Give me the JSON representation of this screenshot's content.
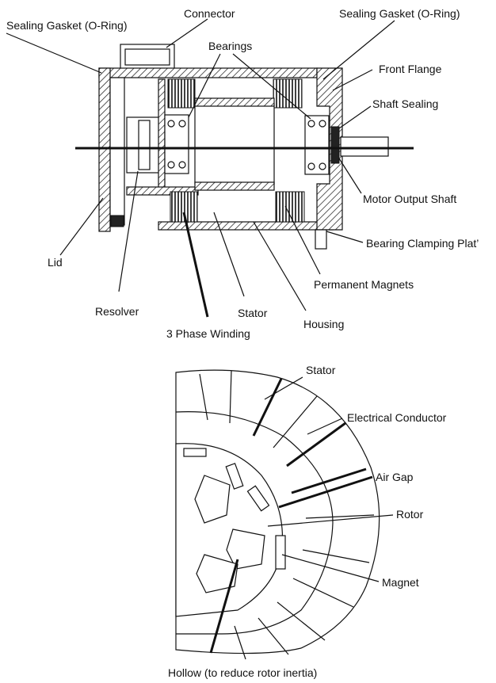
{
  "top_labels": {
    "sealing_gasket_left": "Sealing Gasket (O-Ring)",
    "connector": "Connector",
    "sealing_gasket_right": "Sealing Gasket (O-Ring)",
    "bearings": "Bearings",
    "front_flange": "Front Flange",
    "shaft_sealing": "Shaft Sealing",
    "motor_output_shaft": "Motor Output Shaft",
    "bearing_clamping_plate": "Bearing Clamping Plat’",
    "lid": "Lid",
    "permanent_magnets": "Permanent Magnets",
    "resolver": "Resolver",
    "stator": "Stator",
    "housing": "Housing",
    "three_phase_winding": "3 Phase Winding"
  },
  "bottom_labels": {
    "stator": "Stator",
    "electrical_conductor": "Electrical Conductor",
    "air_gap": "Air Gap",
    "rotor": "Rotor",
    "magnet": "Magnet",
    "hollow": "Hollow (to reduce rotor inertia)"
  }
}
